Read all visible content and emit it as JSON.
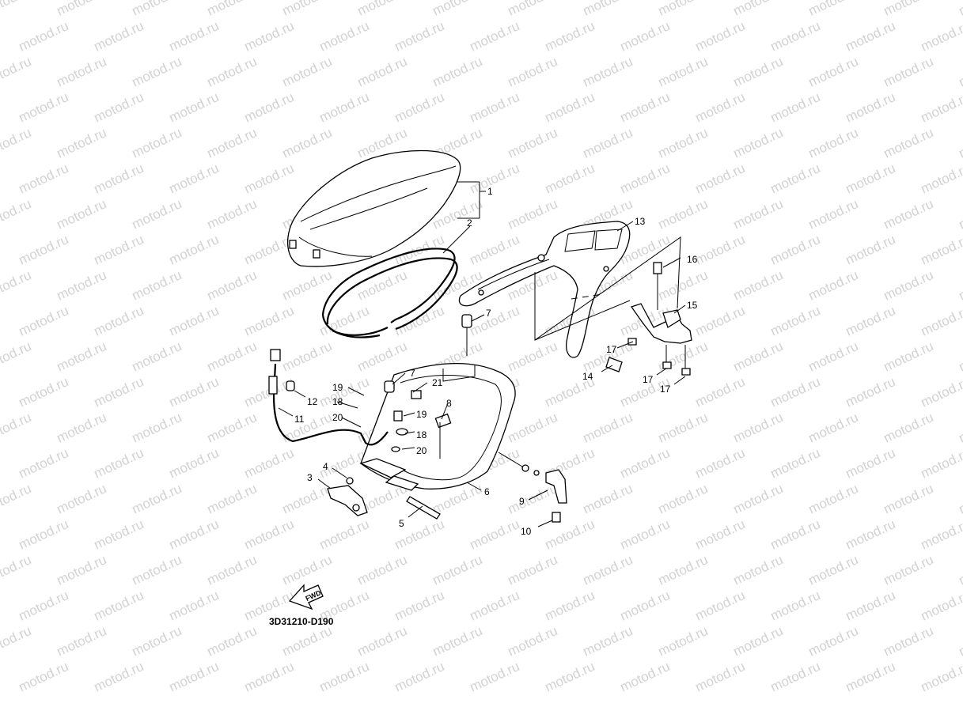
{
  "diagram": {
    "code": "3D31210-D190",
    "fwd_label": "FWD",
    "watermark": "motod.ru",
    "callouts": {
      "c1": "1",
      "c2": "2",
      "c3": "3",
      "c4": "4",
      "c5": "5",
      "c6": "6",
      "c7a": "7",
      "c7b": "7",
      "c8": "8",
      "c9": "9",
      "c10": "10",
      "c11": "11",
      "c12": "12",
      "c13": "13",
      "c14": "14",
      "c15": "15",
      "c16": "16",
      "c17a": "17",
      "c17b": "17",
      "c17c": "17",
      "c18a": "18",
      "c18b": "18",
      "c19a": "19",
      "c19b": "19",
      "c20a": "20",
      "c20b": "20",
      "c21": "21"
    }
  }
}
